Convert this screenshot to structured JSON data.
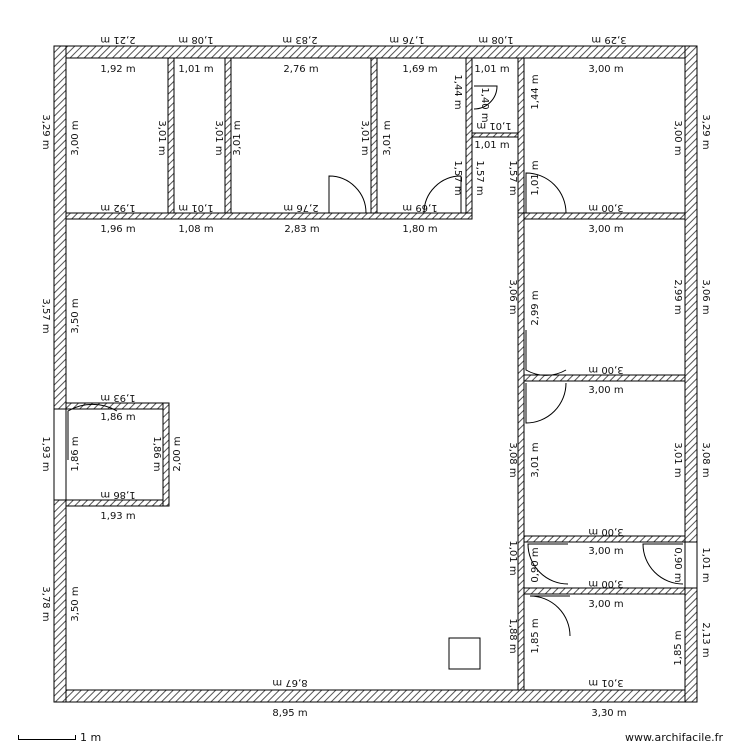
{
  "scale_label": "1 m",
  "watermark": "www.archifacile.fr",
  "top_outer": [
    "2,21 m",
    "1,08 m",
    "2,83 m",
    "1,76 m",
    "1,08 m",
    "3,29 m"
  ],
  "top_inner": [
    "1,92 m",
    "1,01 m",
    "2,76 m",
    "1,69 m",
    "1,01 m",
    "3,00 m"
  ],
  "room_bottom_flipped": [
    "1,92 m",
    "1,01 m",
    "2,76 m",
    "1,69 m",
    "3,00 m"
  ],
  "under_rooms": [
    "1,96 m",
    "1,08 m",
    "2,83 m",
    "1,80 m",
    "3,00 m"
  ],
  "room_heights": [
    "3,00 m",
    "3,01 m",
    "3,01 m",
    "3,01 m",
    "3,01 m",
    "3,01 m",
    "3,00 m"
  ],
  "small_cell": {
    "width": "1,01 m",
    "height": "1,44 m",
    "height_inner": "1,40 m",
    "width_flipped": "1,01 m",
    "h_right": "1,44 m",
    "hall_h": "1,57 m",
    "hall_h_left": "1,57 m",
    "hall_h_right": "1,57 m",
    "hall_w": "1,01 m"
  },
  "left_side": [
    "3,29 m",
    "3,57 m",
    "1,93 m",
    "3,78 m"
  ],
  "left_inner": [
    "3,50 m",
    "1,86 m",
    "3,50 m"
  ],
  "closet": {
    "top_outer": "1,93 m",
    "top_inner": "1,86 m",
    "bottom_inner": "1,86 m",
    "bottom_outer": "1,93 m",
    "height_inner": "1,86 m",
    "height_outer": "2,00 m"
  },
  "right_side": [
    "3,29 m",
    "3,06 m",
    "3,08 m",
    "1,01 m",
    "2,13 m"
  ],
  "right_rooms": {
    "r2_height": "2,99 m",
    "r2_height_left": "2,99 m",
    "r2_outer_left": "3,06 m",
    "r2_bottom": "3,00 m",
    "r3_top": "3,00 m",
    "r3_height": "3,01 m",
    "r3_height_left": "3,01 m",
    "r3_outer_left": "3,08 m",
    "r3_bottom": "3,00 m",
    "r4_top": "3,00 m",
    "r4_height_left": "0,90 m",
    "r4_height_right": "0,90 m",
    "r4_outer_left": "1,01 m",
    "r4_bottom": "3,00 m",
    "r5_top": "3,00 m",
    "r5_height_left": "1,85 m",
    "r5_outer_left": "1,88 m",
    "r5_height_right": "1,85 m",
    "r5_bottom": "3,01 m"
  },
  "bottom_outer": [
    "8,95 m",
    "3,30 m"
  ],
  "bottom_inner": [
    "8,67 m"
  ],
  "colors": {
    "wall_stroke": "#000000",
    "hatch": "#555555",
    "background": "#ffffff"
  }
}
